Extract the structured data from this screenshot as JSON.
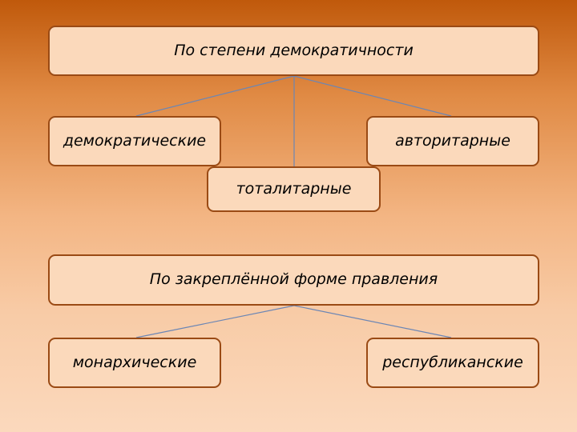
{
  "diagram": {
    "group1": {
      "header": "По степени демократичности",
      "children": [
        "демократические",
        "тоталитарные",
        "авторитарные"
      ]
    },
    "group2": {
      "header": "По закреплённой форме правления",
      "children": [
        "монархические",
        "республиканские"
      ]
    }
  },
  "colors": {
    "node_fill": "#fbd9bb",
    "node_border": "#9a4a14",
    "connector": "#6b86b5"
  }
}
